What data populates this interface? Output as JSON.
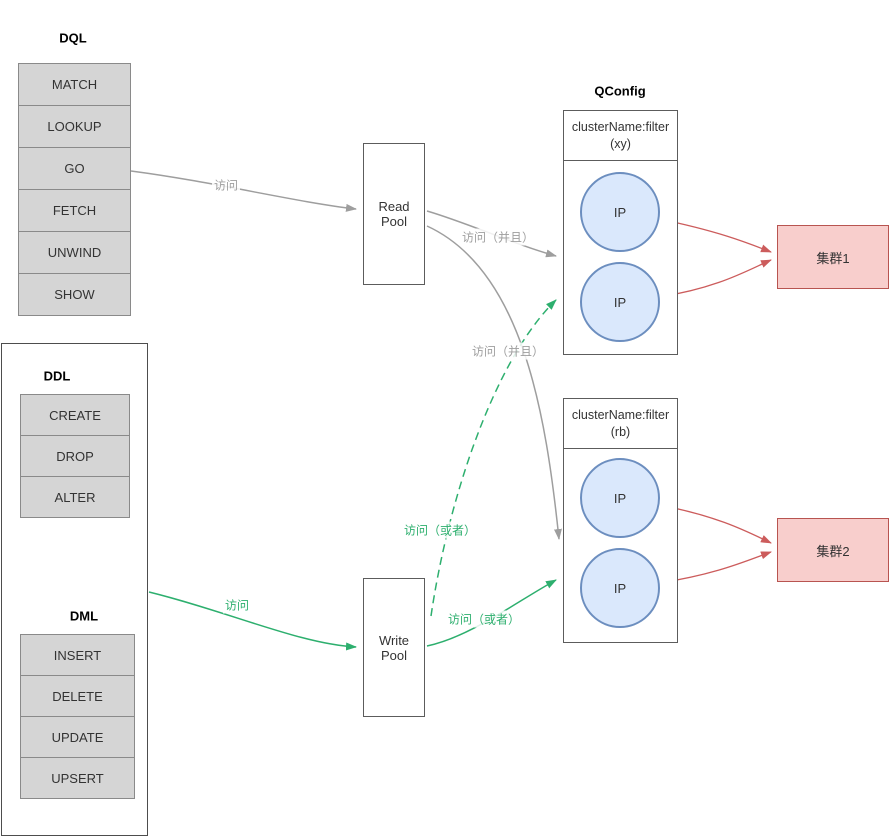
{
  "diagram": {
    "dql": {
      "title": "DQL",
      "items": [
        "MATCH",
        "LOOKUP",
        "GO",
        "FETCH",
        "UNWIND",
        "SHOW"
      ]
    },
    "ddl": {
      "title": "DDL",
      "items": [
        "CREATE",
        "DROP",
        "ALTER"
      ]
    },
    "dml": {
      "title": "DML",
      "items": [
        "INSERT",
        "DELETE",
        "UPDATE",
        "UPSERT"
      ]
    },
    "pools": {
      "read": "Read Pool",
      "write": "Write Pool"
    },
    "qconfig": {
      "title": "QConfig",
      "groups": [
        {
          "header": "clusterName:filter (xy)",
          "nodes": [
            "IP",
            "IP"
          ]
        },
        {
          "header": "clusterName:filter (rb)",
          "nodes": [
            "IP",
            "IP"
          ]
        }
      ]
    },
    "clusters": [
      "集群1",
      "集群2"
    ],
    "edge_labels": {
      "read_access": "访问",
      "read_and_top": "访问（并且）",
      "read_and_bottom": "访问（并且）",
      "write_access": "访问",
      "write_or_dashed": "访问（或者）",
      "write_or_solid": "访问（或者）"
    },
    "colors": {
      "box_fill": "#d5d5d5",
      "box_border": "#8a8a8a",
      "ip_fill": "#dae8fc",
      "ip_border": "#6c8ebf",
      "cluster_fill": "#f8cecc",
      "cluster_border": "#b85450",
      "edge_gray": "#9e9e9e",
      "edge_green": "#2daf6e",
      "edge_red": "#cc5c5c"
    }
  }
}
